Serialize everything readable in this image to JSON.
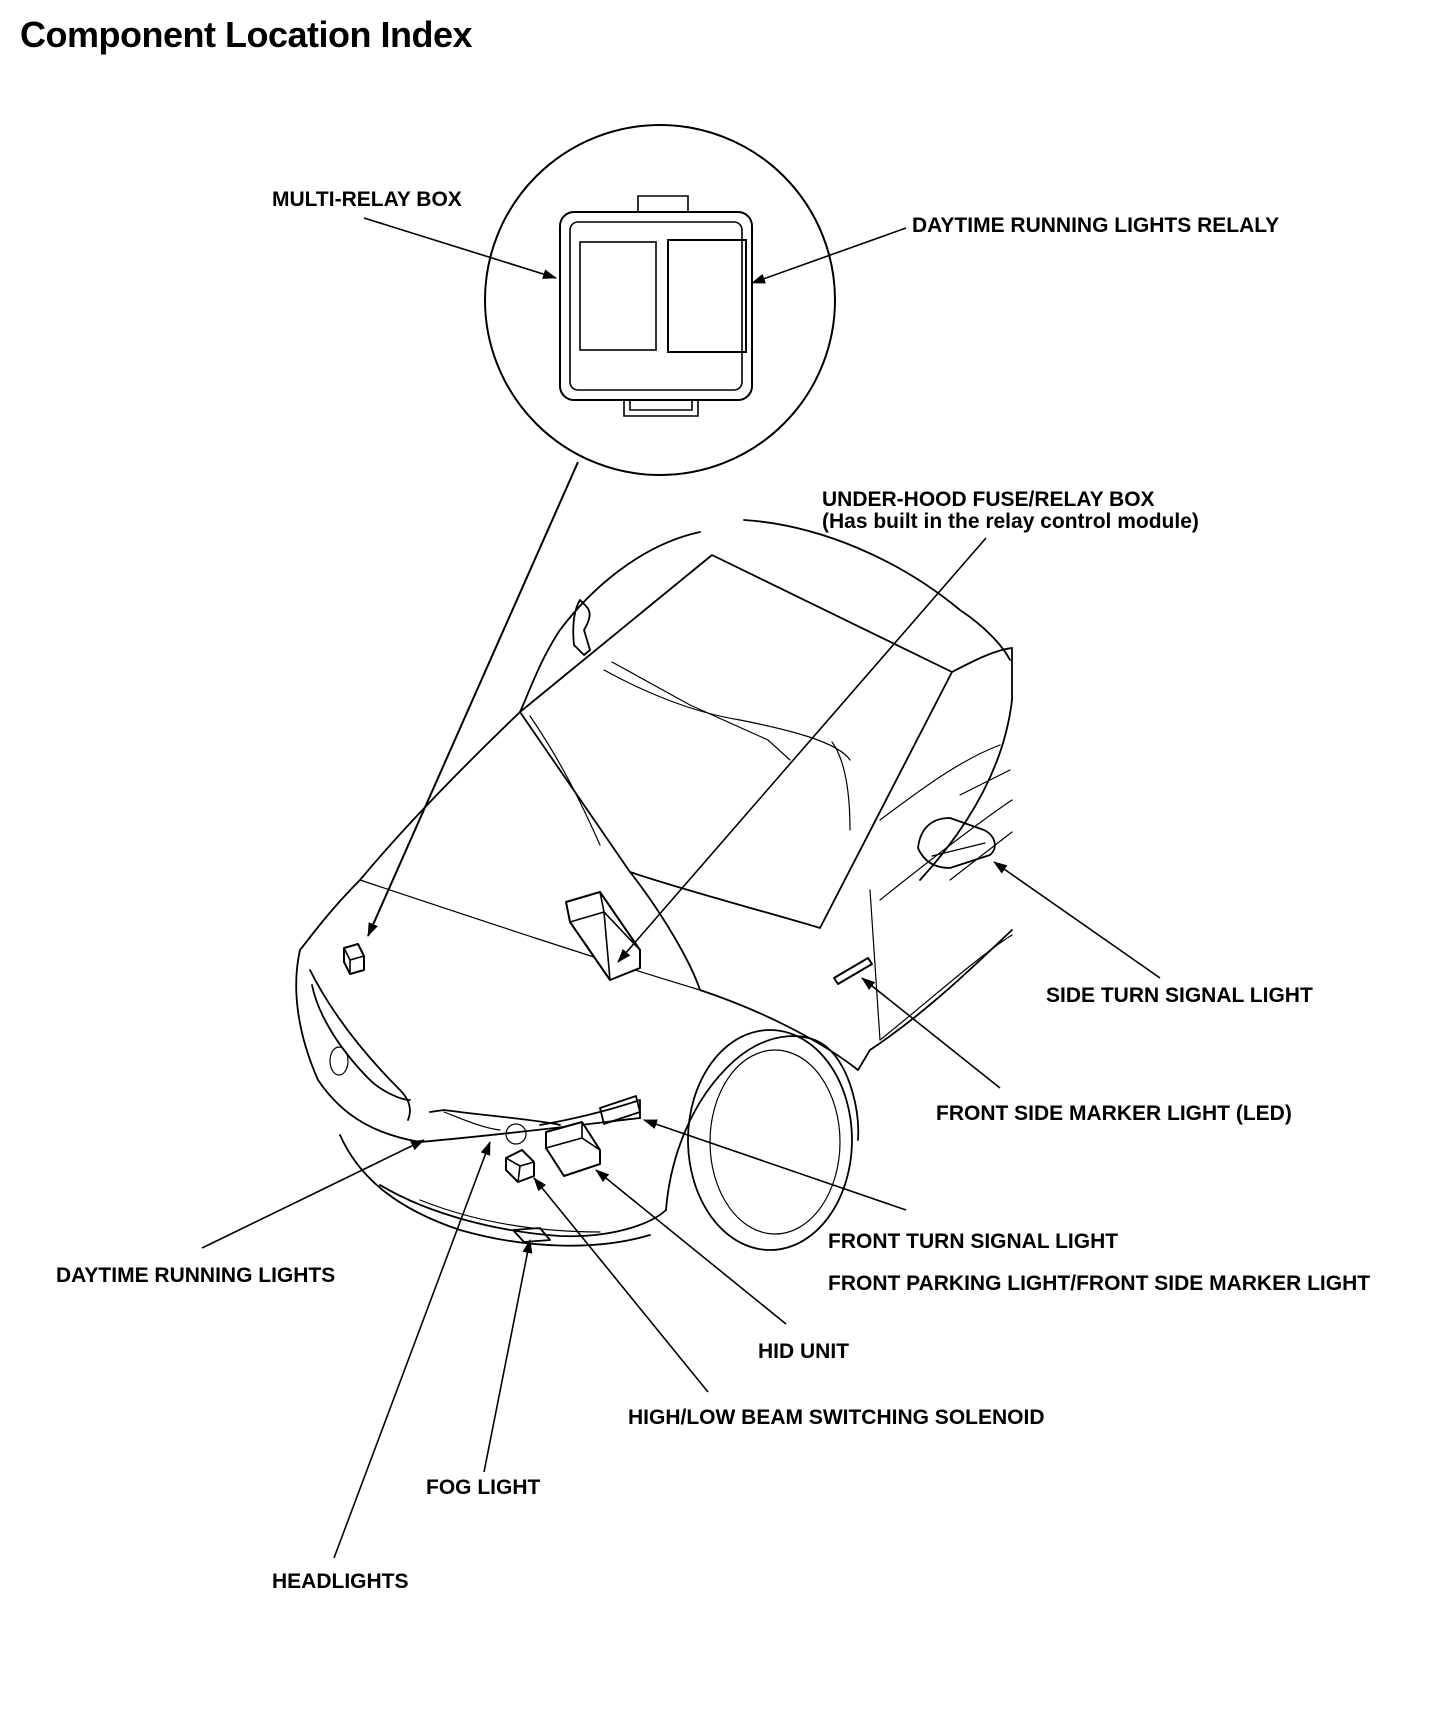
{
  "title": "Component Location Index",
  "labels": {
    "multi_relay_box": "MULTI-RELAY BOX",
    "drl_relay": "DAYTIME RUNNING LIGHTS RELALY",
    "under_hood_box": "UNDER-HOOD FUSE/RELAY BOX",
    "under_hood_box_note": "(Has built in the relay control module)",
    "side_turn_signal": "SIDE TURN SIGNAL LIGHT",
    "front_side_marker_led": "FRONT SIDE MARKER LIGHT (LED)",
    "front_turn_signal": "FRONT TURN SIGNAL LIGHT",
    "front_parking_light": "FRONT PARKING LIGHT/FRONT SIDE MARKER LIGHT",
    "hid_unit": "HID UNIT",
    "beam_solenoid": "HIGH/LOW BEAM SWITCHING SOLENOID",
    "fog_light": "FOG LIGHT",
    "headlights": "HEADLIGHTS",
    "drl": "DAYTIME RUNNING LIGHTS"
  }
}
